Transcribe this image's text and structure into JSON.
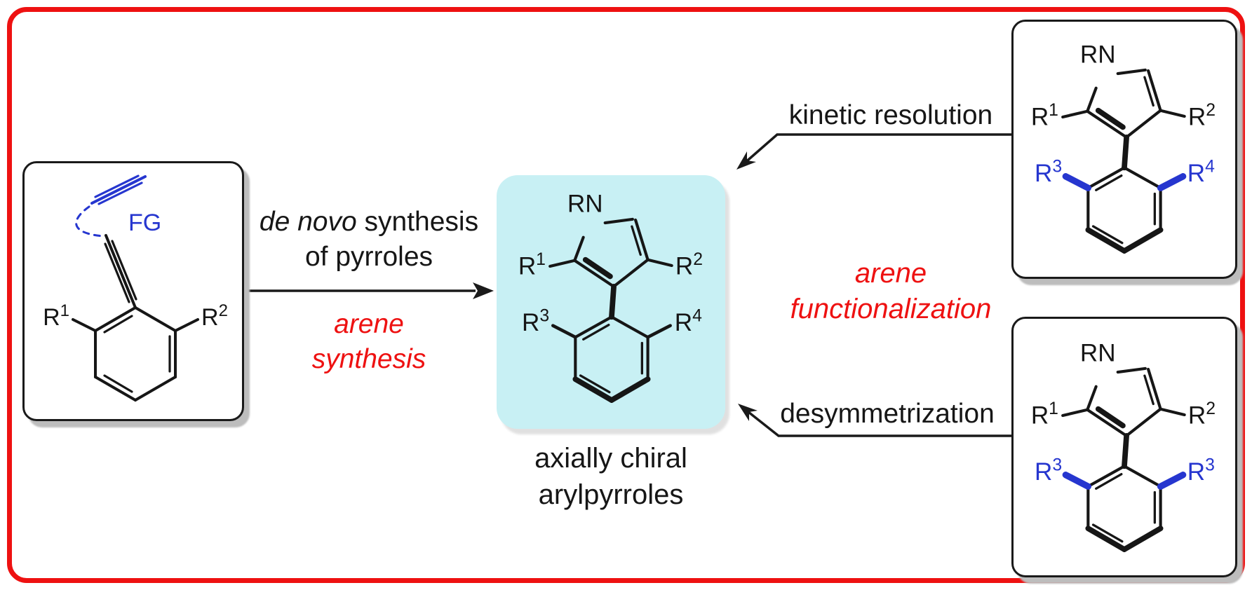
{
  "colors": {
    "frame_red": "#ee1111",
    "text_red": "#ee1111",
    "substituent_blue": "#2636cf",
    "highlight_cyan": "#c8f0f4",
    "bond_black": "#161616"
  },
  "precursor_panel": {
    "r1": {
      "base": "R",
      "sup": "1"
    },
    "r2": {
      "base": "R",
      "sup": "2"
    },
    "fg_label": "FG"
  },
  "de_novo_route": {
    "label_italic": "de novo",
    "label_rest": " synthesis",
    "label_line2": "of pyrroles",
    "red_line1": "arene",
    "red_line2": "synthesis"
  },
  "product": {
    "caption_line1": "axially chiral",
    "caption_line2": "arylpyrroles",
    "rn": "RN",
    "r1": {
      "base": "R",
      "sup": "1"
    },
    "r2": {
      "base": "R",
      "sup": "2"
    },
    "r3": {
      "base": "R",
      "sup": "3"
    },
    "r4": {
      "base": "R",
      "sup": "4"
    }
  },
  "arene_functionalization": {
    "kinetic_label": "kinetic resolution",
    "desym_label": "desymmetrization",
    "red_line1": "arene",
    "red_line2": "functionalization"
  },
  "kinetic_panel": {
    "rn": "RN",
    "r1": {
      "base": "R",
      "sup": "1"
    },
    "r2": {
      "base": "R",
      "sup": "2"
    },
    "r3": {
      "base": "R",
      "sup": "3"
    },
    "r4": {
      "base": "R",
      "sup": "4"
    }
  },
  "desym_panel": {
    "rn": "RN",
    "r1": {
      "base": "R",
      "sup": "1"
    },
    "r2": {
      "base": "R",
      "sup": "2"
    },
    "r3_left": {
      "base": "R",
      "sup": "3"
    },
    "r3_right": {
      "base": "R",
      "sup": "3"
    }
  }
}
